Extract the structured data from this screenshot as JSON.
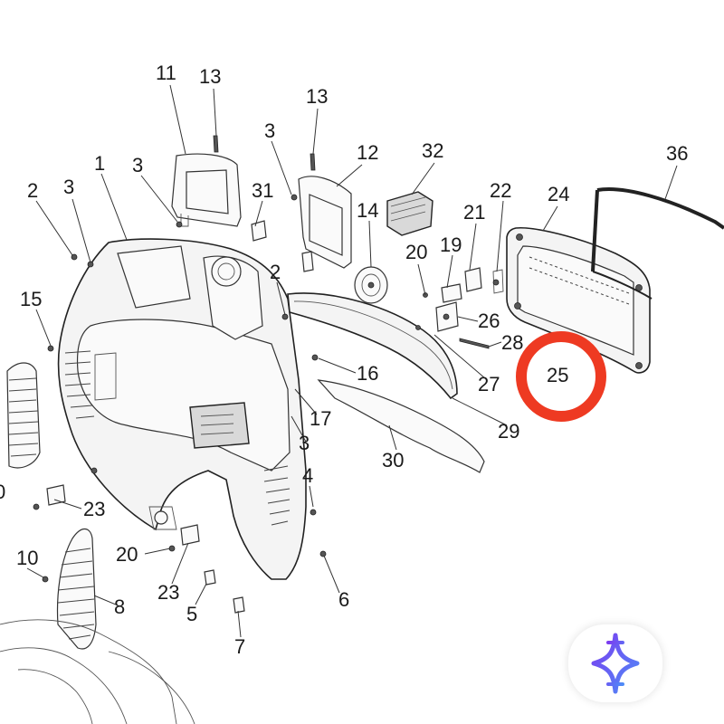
{
  "callouts": [
    {
      "id": "c11",
      "text": "11"
    },
    {
      "id": "c13a",
      "text": "13"
    },
    {
      "id": "c13b",
      "text": "13"
    },
    {
      "id": "c3a",
      "text": "3"
    },
    {
      "id": "c12",
      "text": "12"
    },
    {
      "id": "c32",
      "text": "32"
    },
    {
      "id": "c36",
      "text": "36"
    },
    {
      "id": "c1",
      "text": "1"
    },
    {
      "id": "c3b",
      "text": "3"
    },
    {
      "id": "c2a",
      "text": "2"
    },
    {
      "id": "c3c",
      "text": "3"
    },
    {
      "id": "c31",
      "text": "31"
    },
    {
      "id": "c14",
      "text": "14"
    },
    {
      "id": "c22",
      "text": "22"
    },
    {
      "id": "c24",
      "text": "24"
    },
    {
      "id": "c21",
      "text": "21"
    },
    {
      "id": "c20a",
      "text": "20"
    },
    {
      "id": "c19",
      "text": "19"
    },
    {
      "id": "c2b",
      "text": "2"
    },
    {
      "id": "c15",
      "text": "15"
    },
    {
      "id": "c26",
      "text": "26"
    },
    {
      "id": "c28",
      "text": "28"
    },
    {
      "id": "c16",
      "text": "16"
    },
    {
      "id": "c25",
      "text": "25"
    },
    {
      "id": "c27",
      "text": "27"
    },
    {
      "id": "c17",
      "text": "17"
    },
    {
      "id": "c29",
      "text": "29"
    },
    {
      "id": "c3d",
      "text": "3"
    },
    {
      "id": "c30",
      "text": "30"
    },
    {
      "id": "c4",
      "text": "4"
    },
    {
      "id": "c0",
      "text": "0"
    },
    {
      "id": "c23a",
      "text": "23"
    },
    {
      "id": "c10",
      "text": "10"
    },
    {
      "id": "c20b",
      "text": "20"
    },
    {
      "id": "c23b",
      "text": "23"
    },
    {
      "id": "c6",
      "text": "6"
    },
    {
      "id": "c8",
      "text": "8"
    },
    {
      "id": "c5",
      "text": "5"
    },
    {
      "id": "c7",
      "text": "7"
    }
  ],
  "highlight": {
    "part": "25",
    "color": "#ee3a22"
  },
  "badge": {
    "icon": "sparkle-star-icon",
    "gradient": [
      "#7b3cf0",
      "#4f8cf7"
    ]
  }
}
